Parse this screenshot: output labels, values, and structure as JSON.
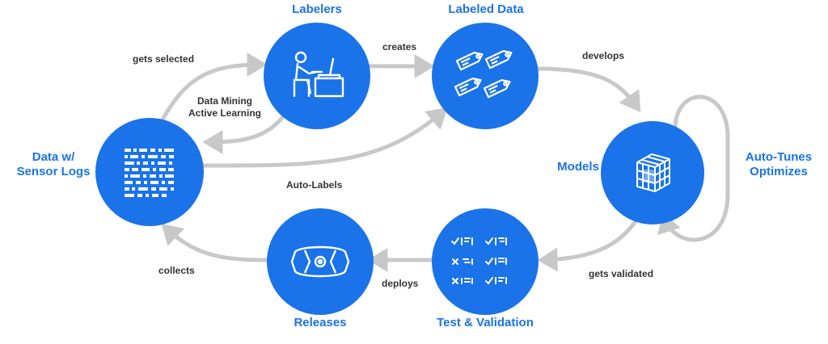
{
  "colors": {
    "accent": "#1a73e8",
    "connector": "#c8c8c8",
    "text": "#333333"
  },
  "nodes": {
    "data_logs": {
      "title_line1": "Data w/",
      "title_line2": "Sensor Logs",
      "icon": "data-grid-icon"
    },
    "labelers": {
      "title": "Labelers",
      "icon": "person-at-desk-icon"
    },
    "labeled_data": {
      "title": "Labeled Data",
      "icon": "tags-icon"
    },
    "models": {
      "title": "Models",
      "icon": "cube-grid-icon"
    },
    "test_validation": {
      "title": "Test & Validation",
      "icon": "checklist-icon"
    },
    "releases": {
      "title": "Releases",
      "icon": "car-icon"
    }
  },
  "edges": {
    "gets_selected": "gets selected",
    "data_mining_line1": "Data Mining",
    "data_mining_line2": "Active Learning",
    "creates": "creates",
    "develops": "develops",
    "auto_labels": "Auto-Labels",
    "auto_tunes_line1": "Auto-Tunes",
    "auto_tunes_line2": "Optimizes",
    "gets_validated": "gets validated",
    "deploys": "deploys",
    "collects": "collects"
  }
}
